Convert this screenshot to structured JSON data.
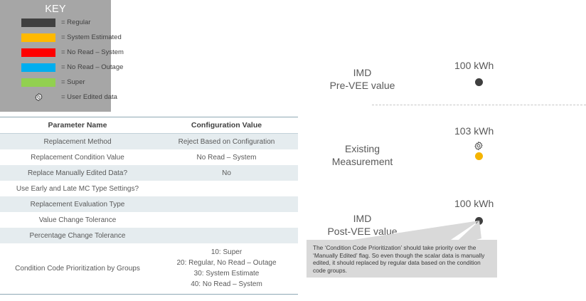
{
  "key": {
    "title": "KEY",
    "items": [
      {
        "icon": "color-swatch",
        "color": "#404040",
        "label": "= Regular"
      },
      {
        "icon": "color-swatch",
        "color": "#ffb900",
        "label": "= System Estimated"
      },
      {
        "icon": "color-swatch",
        "color": "#ff0000",
        "label": "= No Read – System"
      },
      {
        "icon": "color-swatch",
        "color": "#00aeef",
        "label": "= No Read – Outage"
      },
      {
        "icon": "color-swatch",
        "color": "#92d050",
        "label": "= Super"
      },
      {
        "icon": "gear-icon",
        "color": "#ffffff",
        "label": "= User Edited data"
      }
    ]
  },
  "table": {
    "headers": [
      "Parameter Name",
      "Configuration Value"
    ],
    "rows": [
      {
        "parameter": "Replacement Method",
        "value": "Reject Based on Configuration"
      },
      {
        "parameter": "Replacement Condition Value",
        "value": "No Read – System"
      },
      {
        "parameter": "Replace Manually Edited Data?",
        "value": "No"
      },
      {
        "parameter": "Use Early and Late MC Type Settings?",
        "value": ""
      },
      {
        "parameter": "Replacement Evaluation Type",
        "value": ""
      },
      {
        "parameter": "Value Change Tolerance",
        "value": ""
      },
      {
        "parameter": "Percentage Change Tolerance",
        "value": ""
      },
      {
        "parameter": "Condition Code Prioritization by Groups",
        "value": "10: Super\n20: Regular, No Read – Outage\n30: System Estimate\n40: No Read – System"
      }
    ]
  },
  "diagram": {
    "stages": [
      {
        "label_line1": "IMD",
        "label_line2": "Pre-VEE value",
        "value": "100 kWh",
        "marker": "dark-dot",
        "marker_color": "#3f3f3f",
        "has_gear": false
      },
      {
        "label_line1": "Existing",
        "label_line2": "Measurement",
        "value": "103 kWh",
        "marker": "amber-dot",
        "marker_color": "#f5b400",
        "has_gear": true
      },
      {
        "label_line1": "IMD",
        "label_line2": "Post-VEE value",
        "value": "100 kWh",
        "marker": "dark-dot",
        "marker_color": "#3f3f3f",
        "has_gear": false
      }
    ],
    "callout": {
      "text": "The ‘Condition Code Prioritization’ should take priority over the ‘Manually Edited’ flag.  So even though the scalar data is manually edited, it should replaced by regular data based on the condition code groups.",
      "background": "#d9d9d9"
    }
  }
}
